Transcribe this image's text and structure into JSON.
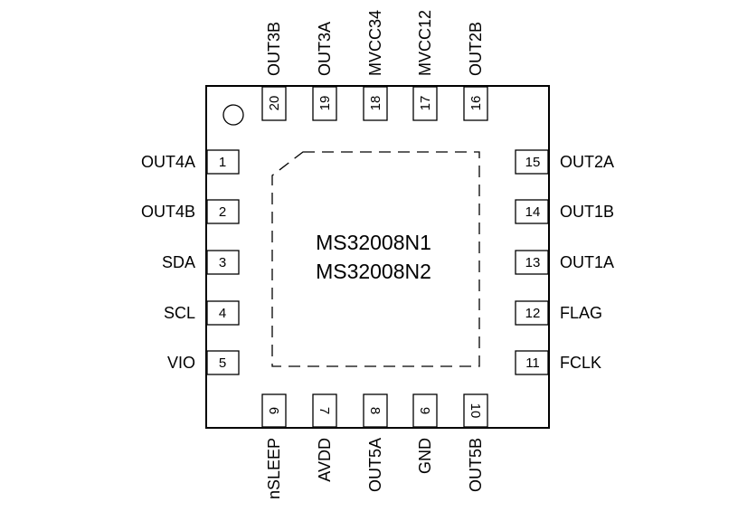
{
  "chip": {
    "part_numbers": [
      "MS32008N1",
      "MS32008N2"
    ]
  },
  "pins": {
    "left": [
      {
        "number": "1",
        "name": "OUT4A"
      },
      {
        "number": "2",
        "name": "OUT4B"
      },
      {
        "number": "3",
        "name": "SDA"
      },
      {
        "number": "4",
        "name": "SCL"
      },
      {
        "number": "5",
        "name": "VIO"
      }
    ],
    "bottom": [
      {
        "number": "6",
        "name": "nSLEEP"
      },
      {
        "number": "7",
        "name": "AVDD"
      },
      {
        "number": "8",
        "name": "OUT5A"
      },
      {
        "number": "9",
        "name": "GND"
      },
      {
        "number": "10",
        "name": "OUT5B"
      }
    ],
    "right": [
      {
        "number": "11",
        "name": "FCLK"
      },
      {
        "number": "12",
        "name": "FLAG"
      },
      {
        "number": "13",
        "name": "OUT1A"
      },
      {
        "number": "14",
        "name": "OUT1B"
      },
      {
        "number": "15",
        "name": "OUT2A"
      }
    ],
    "top": [
      {
        "number": "16",
        "name": "OUT2B"
      },
      {
        "number": "17",
        "name": "MVCC12"
      },
      {
        "number": "18",
        "name": "MVCC34"
      },
      {
        "number": "19",
        "name": "OUT3A"
      },
      {
        "number": "20",
        "name": "OUT3B"
      }
    ]
  }
}
